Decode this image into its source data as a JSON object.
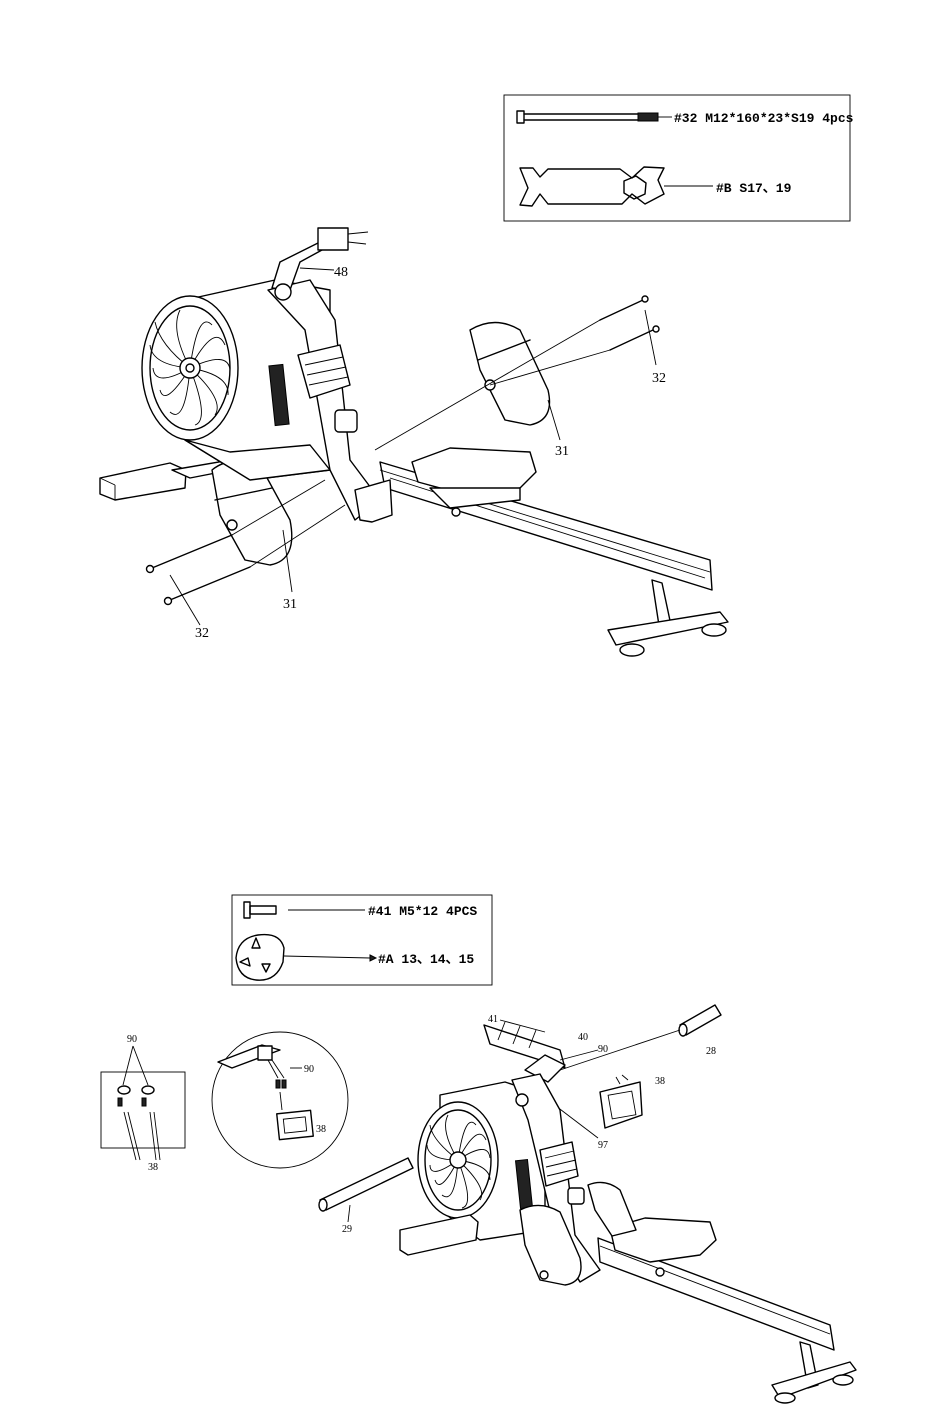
{
  "step1": {
    "hardware_box": {
      "bolt_label": "#32 M12*160*23*S19 4pcs",
      "wrench_label": "#B S17、19"
    },
    "callouts": {
      "console_mast": "48",
      "bolts_right": "32",
      "pedal_right": "31",
      "pedal_left": "31",
      "bolts_left": "32"
    }
  },
  "step2": {
    "hardware_box": {
      "screw_label": "#41 M5*12 4PCS",
      "wrench_label": "#A 13、14、15"
    },
    "callouts": {
      "inset_wires_top": "90",
      "inset_wires_bottom": "38",
      "circle_wire": "90",
      "circle_console": "38",
      "screws": "41",
      "bracket": "40",
      "wire": "90",
      "console": "38",
      "handle_right": "28",
      "mast_part": "97",
      "handle_left": "29"
    }
  },
  "icons": {
    "bolt": "bolt-icon",
    "wrench": "wrench-icon",
    "screw": "screw-icon",
    "tri_wrench": "tri-wrench-icon"
  }
}
